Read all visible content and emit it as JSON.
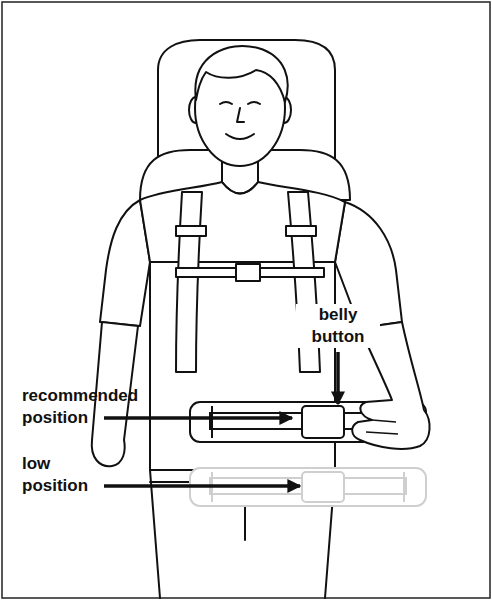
{
  "diagram": {
    "labels": [
      "belly button",
      "recommended position",
      "low position"
    ]
  }
}
